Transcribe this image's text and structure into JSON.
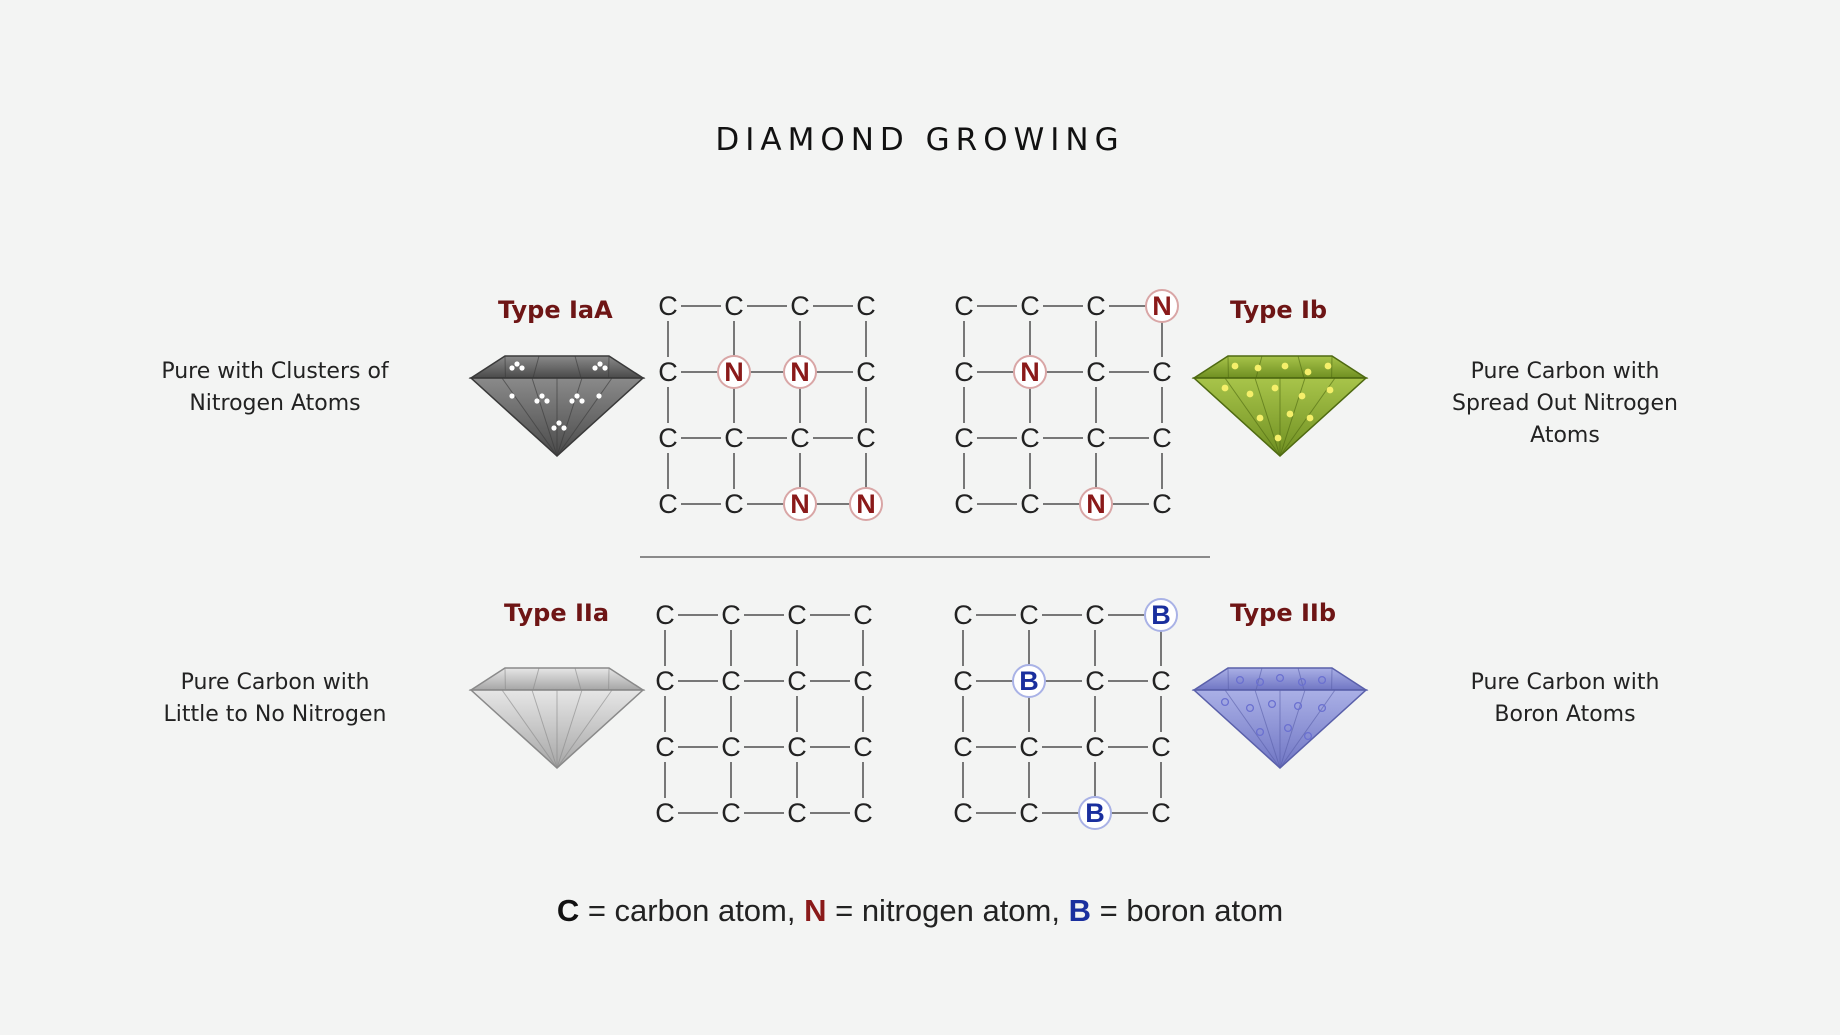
{
  "title": "DIAMOND GROWING",
  "colors": {
    "nitrogen": "#8a1a1a",
    "boron": "#1a2f9e",
    "carbon": "#222222",
    "type_label": "#6e1515",
    "bond": "#777777"
  },
  "panels": [
    {
      "type_label": "Type IaA",
      "description": [
        "Pure with Clusters of",
        "Nitrogen Atoms"
      ],
      "gem_color": "gray-dark",
      "grid": [
        [
          "C",
          "C",
          "C",
          "C"
        ],
        [
          "C",
          "N",
          "N",
          "C"
        ],
        [
          "C",
          "C",
          "C",
          "C"
        ],
        [
          "C",
          "C",
          "N",
          "N"
        ]
      ]
    },
    {
      "type_label": "Type Ib",
      "description": [
        "Pure Carbon with",
        "Spread Out Nitrogen",
        "Atoms"
      ],
      "gem_color": "yellow-green",
      "grid": [
        [
          "C",
          "C",
          "C",
          "N"
        ],
        [
          "C",
          "N",
          "C",
          "C"
        ],
        [
          "C",
          "C",
          "C",
          "C"
        ],
        [
          "C",
          "C",
          "N",
          "C"
        ]
      ]
    },
    {
      "type_label": "Type IIa",
      "description": [
        "Pure Carbon with",
        "Little to No Nitrogen"
      ],
      "gem_color": "light-gray",
      "grid": [
        [
          "C",
          "C",
          "C",
          "C"
        ],
        [
          "C",
          "C",
          "C",
          "C"
        ],
        [
          "C",
          "C",
          "C",
          "C"
        ],
        [
          "C",
          "C",
          "C",
          "C"
        ]
      ]
    },
    {
      "type_label": "Type IIb",
      "description": [
        "Pure Carbon with",
        "Boron Atoms"
      ],
      "gem_color": "blue-violet",
      "grid": [
        [
          "C",
          "C",
          "C",
          "B"
        ],
        [
          "C",
          "B",
          "C",
          "C"
        ],
        [
          "C",
          "C",
          "C",
          "C"
        ],
        [
          "C",
          "C",
          "B",
          "C"
        ]
      ]
    }
  ],
  "legend": {
    "c_symbol": "C",
    "c_text": " = carbon atom, ",
    "n_symbol": "N",
    "n_text": " = nitrogen atom, ",
    "b_symbol": "B",
    "b_text": " = boron atom"
  }
}
